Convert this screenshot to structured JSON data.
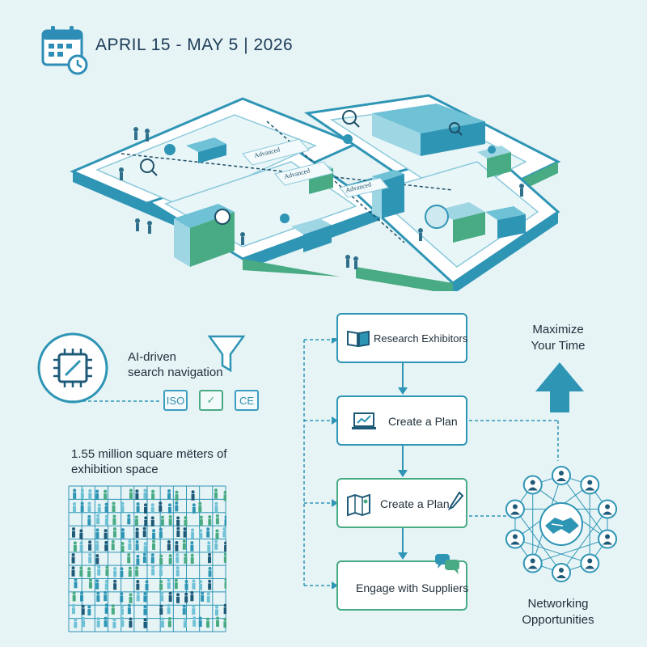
{
  "header": {
    "date_range": "APRIL 15 - MAY 5",
    "year": "2026",
    "calendar_icon": "calendar-icon"
  },
  "map": {
    "sign_labels": [
      "Advanced",
      "Advanced",
      "Advanced"
    ]
  },
  "features": {
    "ai_label_line1": "AI-driven",
    "ai_label_line2": "search navigation",
    "certifications": [
      "ISO",
      "✓",
      "CE"
    ],
    "space_line1": "1.55 million square mëters of",
    "space_line2": "exhibition space"
  },
  "flow": {
    "steps": [
      {
        "label": "Research Exhibitors",
        "icon": "book-icon"
      },
      {
        "label": "Create a Plan",
        "icon": "laptop-chart-icon"
      },
      {
        "label": "Create a Plan",
        "icon": "map-pencil-icon"
      },
      {
        "label": "Engage with Suppliers",
        "icon": "chat-bubbles-icon"
      }
    ]
  },
  "outcomes": {
    "maximize_line1": "Maximize",
    "maximize_line2": "Your Time",
    "networking_line1": "Networking",
    "networking_line2": "Opportunities"
  },
  "colors": {
    "accent_blue": "#2f95b5",
    "accent_green": "#49ab83",
    "background": "#e6f4f6"
  }
}
